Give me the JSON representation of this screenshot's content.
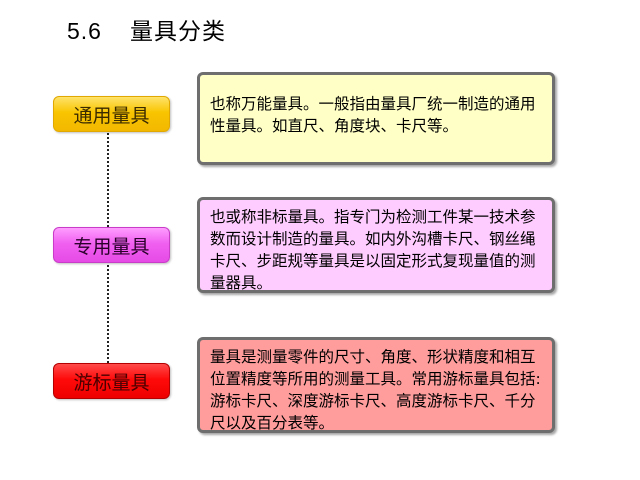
{
  "title": {
    "number": "5.6",
    "text": "量具分类"
  },
  "categories": [
    {
      "label": "通用量具",
      "color": "#f9c400",
      "description": "也称万能量具。一般指由量具厂统一制造的通用性量具。如直尺、角度块、卡尺等。",
      "box_color": "#ffffc6"
    },
    {
      "label": "专用量具",
      "color": "#f060f0",
      "description": "也或称非标量具。指专门为检测工件某一技术参数而设计制造的量具。如内外沟槽卡尺、钢丝绳卡尺、步距规等量具是以固定形式复现量值的测量器具。",
      "box_color": "#ffccff"
    },
    {
      "label": "游标量具",
      "color": "#ff0a0a",
      "description": "量具是测量零件的尺寸、角度、形状精度和相互位置精度等所用的测量工具。常用游标量具包括:游标卡尺、深度游标卡尺、高度游标卡尺、千分尺以及百分表等。",
      "box_color": "#ff9d9d"
    }
  ]
}
